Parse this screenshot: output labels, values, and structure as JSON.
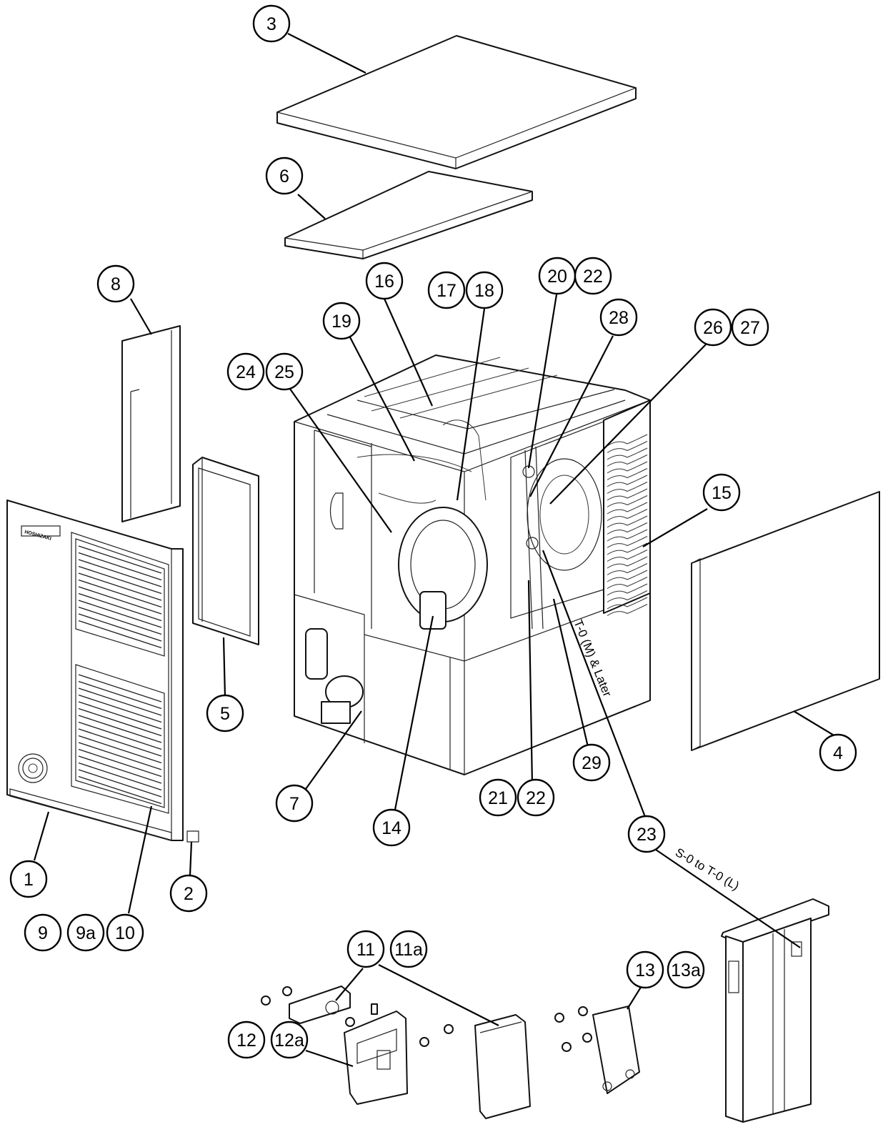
{
  "brand_label": "HOSHIZAKI",
  "callouts": [
    {
      "label": "3"
    },
    {
      "label": "6"
    },
    {
      "label": "8"
    },
    {
      "label": "16"
    },
    {
      "label": "17"
    },
    {
      "label": "18"
    },
    {
      "label": "20"
    },
    {
      "label": "22"
    },
    {
      "label": "19"
    },
    {
      "label": "28"
    },
    {
      "label": "26"
    },
    {
      "label": "27"
    },
    {
      "label": "24"
    },
    {
      "label": "25"
    },
    {
      "label": "15"
    },
    {
      "label": "5"
    },
    {
      "label": "4"
    },
    {
      "label": "29"
    },
    {
      "label": "7"
    },
    {
      "label": "21"
    },
    {
      "label": "22"
    },
    {
      "label": "14"
    },
    {
      "label": "23"
    },
    {
      "label": "1"
    },
    {
      "label": "2"
    },
    {
      "label": "9"
    },
    {
      "label": "9a"
    },
    {
      "label": "10"
    },
    {
      "label": "11"
    },
    {
      "label": "11a"
    },
    {
      "label": "13"
    },
    {
      "label": "13a"
    },
    {
      "label": "12"
    },
    {
      "label": "12a"
    }
  ],
  "notes": {
    "upper": "T-0 (M) & Later",
    "lower": "S-0 to T-0 (L)"
  }
}
